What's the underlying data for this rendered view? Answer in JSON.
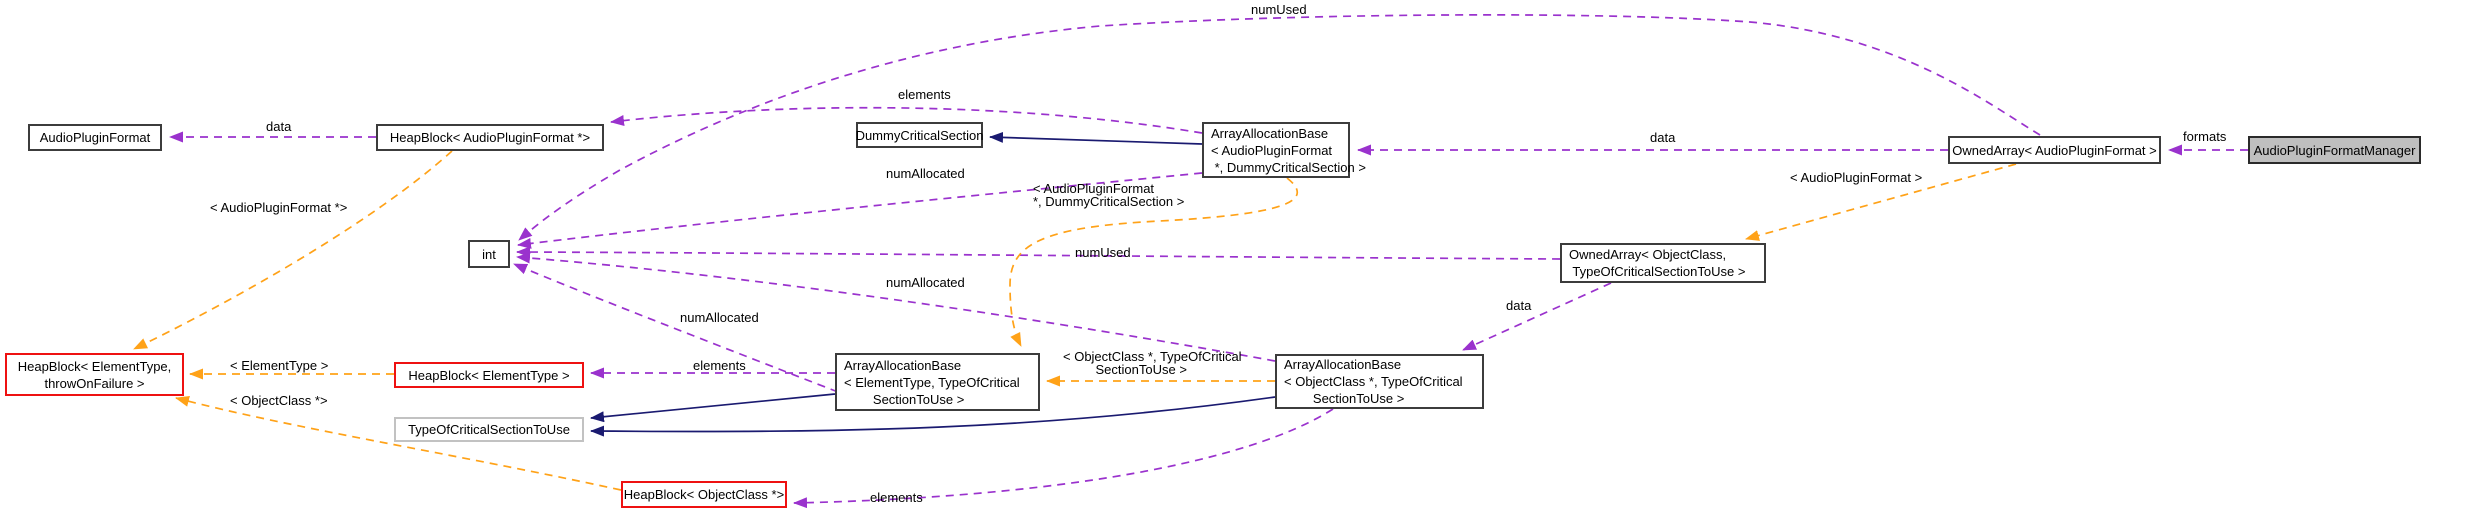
{
  "diagram": {
    "kind": "doxygen-collaboration-graph",
    "colors": {
      "usage_edge": "#9a32cd",
      "template_edge": "#ffa218",
      "inheritance_edge": "#1a1a70",
      "truncated_node_border": "#ee1111",
      "undocumented_node_border": "#c2c2c2",
      "focus_node_fill": "#bfbfbf"
    },
    "nodes": {
      "audio_plugin_format": {
        "label": "AudioPluginFormat"
      },
      "heapblock_apf": {
        "label": "HeapBlock< AudioPluginFormat *>"
      },
      "dummy_critical_section": {
        "label": "DummyCriticalSection"
      },
      "aab_apf": {
        "label": "ArrayAllocationBase\n< AudioPluginFormat\n *, DummyCriticalSection >"
      },
      "owned_array_apf": {
        "label": "OwnedArray< AudioPluginFormat >"
      },
      "apfm": {
        "label": "AudioPluginFormatManager"
      },
      "int_type": {
        "label": "int"
      },
      "owned_array_oc": {
        "label": "OwnedArray< ObjectClass,\n TypeOfCriticalSectionToUse >"
      },
      "heapblock_template": {
        "label": "HeapBlock< ElementType,\nthrowOnFailure >"
      },
      "heapblock_et": {
        "label": "HeapBlock< ElementType >"
      },
      "aab_et": {
        "label": "ArrayAllocationBase\n< ElementType, TypeOfCritical\n        SectionToUse >"
      },
      "aab_oc": {
        "label": "ArrayAllocationBase\n< ObjectClass *, TypeOfCritical\n        SectionToUse >"
      },
      "type_of_cs": {
        "label": "TypeOfCriticalSectionToUse"
      },
      "heapblock_oc": {
        "label": "HeapBlock< ObjectClass *>"
      }
    },
    "edge_labels": {
      "l0": {
        "text": "data"
      },
      "l1": {
        "text": "elements"
      },
      "l2": {
        "text": "numUsed"
      },
      "l3": {
        "text": "data"
      },
      "l4": {
        "text": "formats"
      },
      "l5": {
        "text": "< AudioPluginFormat >"
      },
      "l6": {
        "text": "numAllocated"
      },
      "l7": {
        "text": "< AudioPluginFormat\n*, DummyCriticalSection >"
      },
      "l8": {
        "text": "< AudioPluginFormat *>"
      },
      "l9": {
        "text": "numUsed"
      },
      "l10": {
        "text": "numAllocated"
      },
      "l11": {
        "text": "numAllocated"
      },
      "l12": {
        "text": "data"
      },
      "l13": {
        "text": "< ElementType >"
      },
      "l14": {
        "text": "elements"
      },
      "l15": {
        "text": "< ObjectClass *, TypeOfCritical\n         SectionToUse >"
      },
      "l16": {
        "text": "< ObjectClass *>"
      },
      "l17": {
        "text": "elements"
      }
    }
  }
}
